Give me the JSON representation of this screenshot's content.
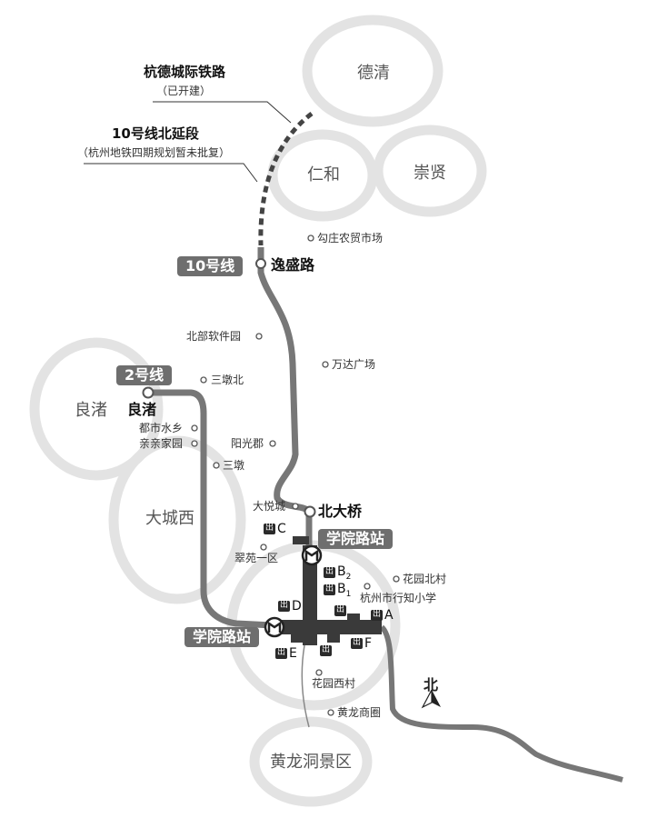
{
  "regions": {
    "deqing": "德清",
    "renhe": "仁和",
    "chongxian": "崇贤",
    "liangzhu": "良渚",
    "dachengxi": "大城西",
    "huanglongdong": "黄龙洞景区"
  },
  "notes": {
    "intercity_title": "杭德城际铁路",
    "intercity_sub": "（已开建）",
    "extension_title": "10号线北延段",
    "extension_sub": "（杭州地铁四期规划暂未批复）"
  },
  "lines": {
    "line10": "10号线",
    "line2": "2号线"
  },
  "stations": {
    "yishenglu": "逸盛路",
    "liangzhu": "良渚",
    "beidaqiao": "北大桥",
    "xueyuanlu_top": "学院路站",
    "xueyuanlu_left": "学院路站"
  },
  "pois": {
    "gouzhuang": "勾庄农贸市场",
    "beibu": "北部软件园",
    "wanda": "万达广场",
    "sandunbei": "三墩北",
    "dushi": "都市水乡",
    "qinqin": "亲亲家园",
    "sandun": "三墩",
    "yangguang": "阳光郡",
    "dayue": "大悦城",
    "cuiyuan": "翠苑一区",
    "huayuanbei": "花园北村",
    "xingzhi": "杭州市行知小学",
    "huayuanxi": "花园西村",
    "huanglongshang": "黄龙商圈"
  },
  "exits": {
    "label": "出",
    "A": "A",
    "B1": "B",
    "B1_sub": "1",
    "B2": "B",
    "B2_sub": "2",
    "C": "C",
    "D": "D",
    "E": "E",
    "F": "F"
  },
  "north": "北",
  "colors": {
    "line": "#777777",
    "station_fill": "#ffffff",
    "circle": "#e6e6e6",
    "tag": "#6e6e6e"
  }
}
